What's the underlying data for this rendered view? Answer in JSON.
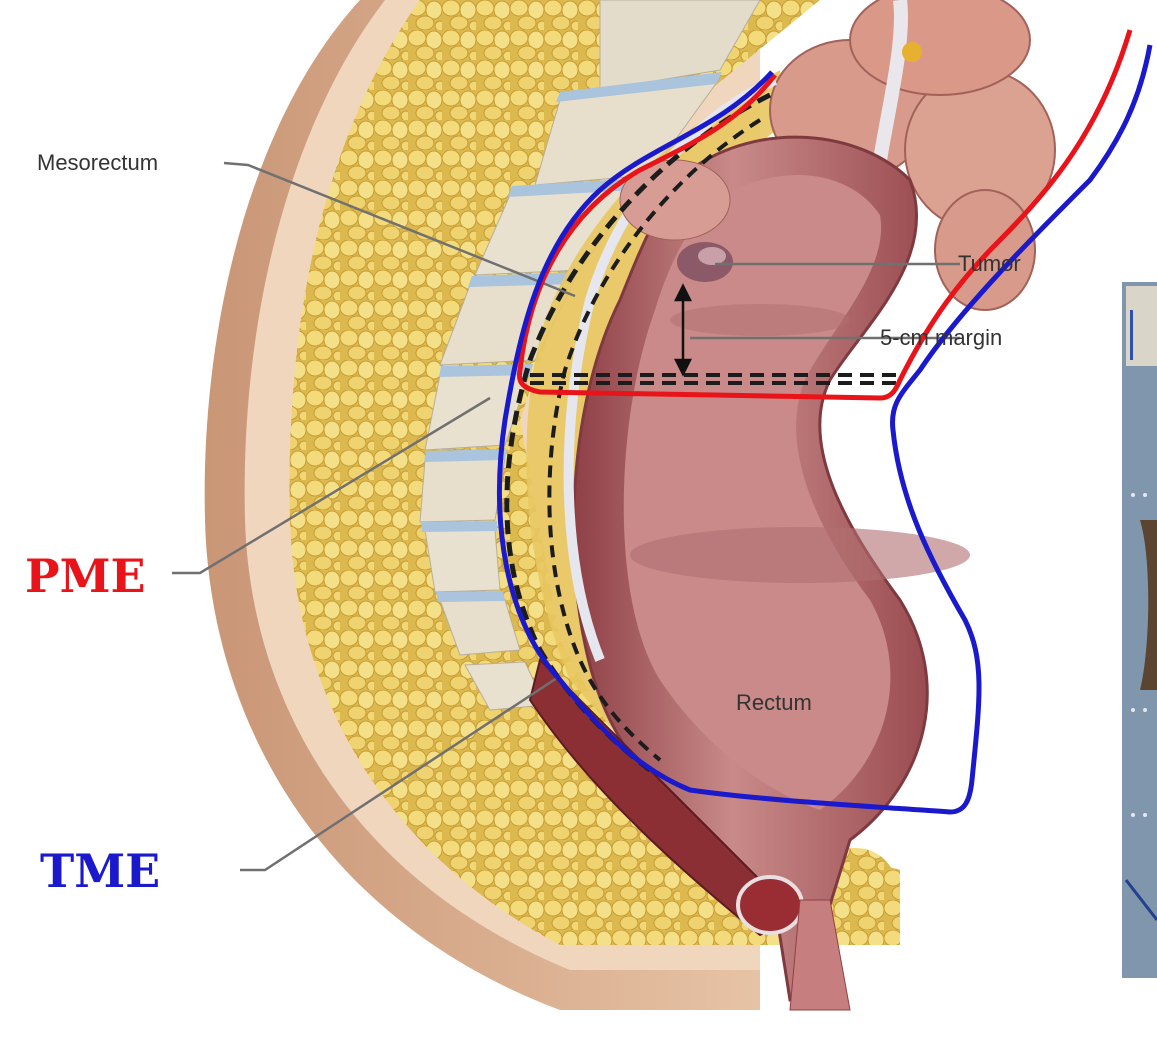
{
  "labels": {
    "mesorectum": "Mesorectum",
    "tumor": "Tumor",
    "margin": "5-cm margin",
    "rectum": "Rectum",
    "pme": "PME",
    "tme": "TME"
  },
  "colors": {
    "pme": "#e8141a",
    "tme": "#1a1acc",
    "fat": "#e8c85a",
    "rectum": "#b56d6f",
    "skin": "#d6a98a",
    "bone": "#e9e1cf",
    "disc": "#a9c4dc"
  }
}
